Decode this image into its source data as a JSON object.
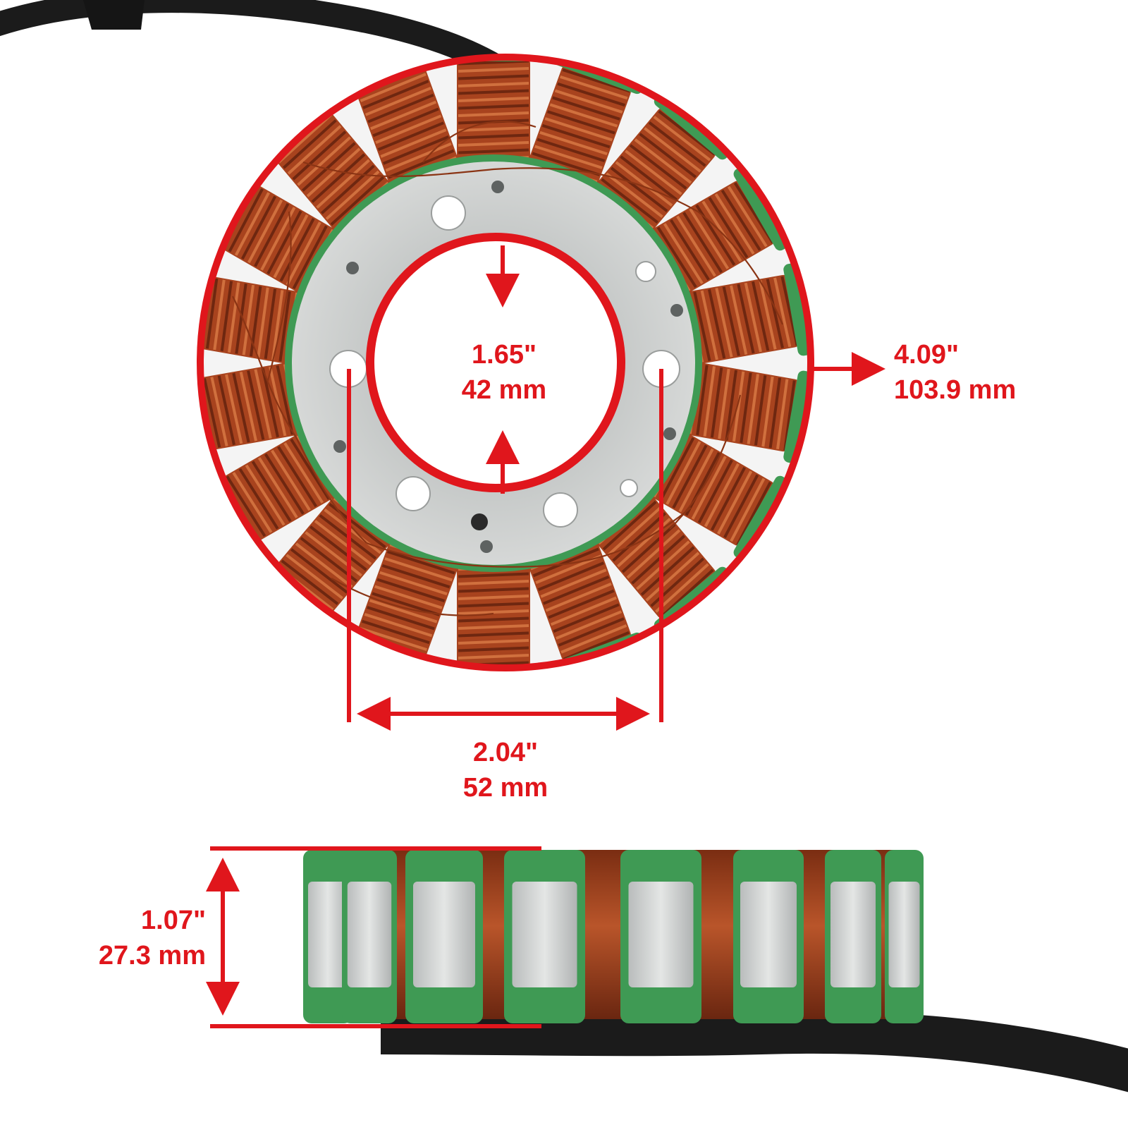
{
  "colors": {
    "accent": "#e0161c",
    "copper": "#a8431e",
    "copper_dark": "#6e2710",
    "copper_light": "#d0703e",
    "green_coat": "#3f9a54",
    "steel": "#c9cccb",
    "cable": "#1b1b1b",
    "background": "#ffffff"
  },
  "dimensions": {
    "inner_diameter": {
      "inch": "1.65\"",
      "mm": "42 mm"
    },
    "outer_diameter": {
      "inch": "4.09\"",
      "mm": "103.9 mm"
    },
    "bolt_spacing": {
      "inch": "2.04\"",
      "mm": "52 mm"
    },
    "thickness": {
      "inch": "1.07\"",
      "mm": "27.3 mm"
    }
  }
}
